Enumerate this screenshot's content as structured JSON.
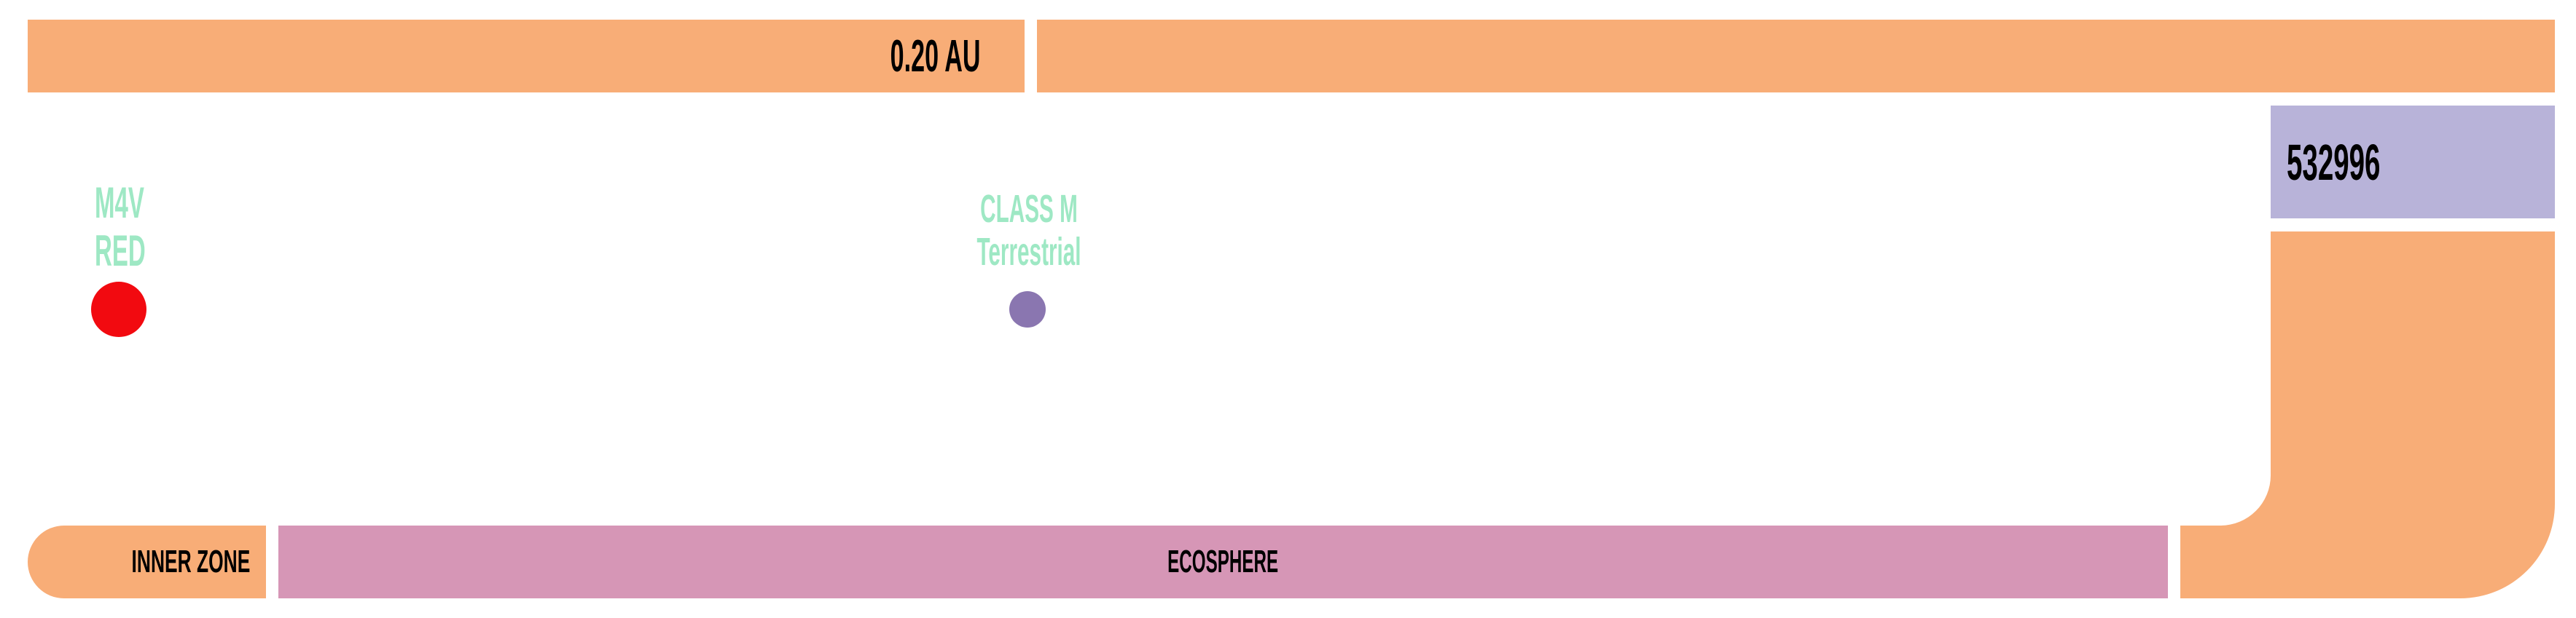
{
  "colors": {
    "orange": "#F8AD77",
    "lavender": "#B8B3D9",
    "pink": "#D696B6",
    "mint": "#9EE8C4",
    "star_red": "#F20A10",
    "planet_purple": "#8A76B0"
  },
  "top_bar": {
    "distance": "0.20 AU"
  },
  "system_id": "532996",
  "star": {
    "spectral_type": "M4V",
    "color_name": "RED"
  },
  "planet": {
    "class": "CLASS M",
    "type": "Terrestrial"
  },
  "zones": {
    "inner": "INNER ZONE",
    "ecosphere": "ECOSPHERE"
  }
}
